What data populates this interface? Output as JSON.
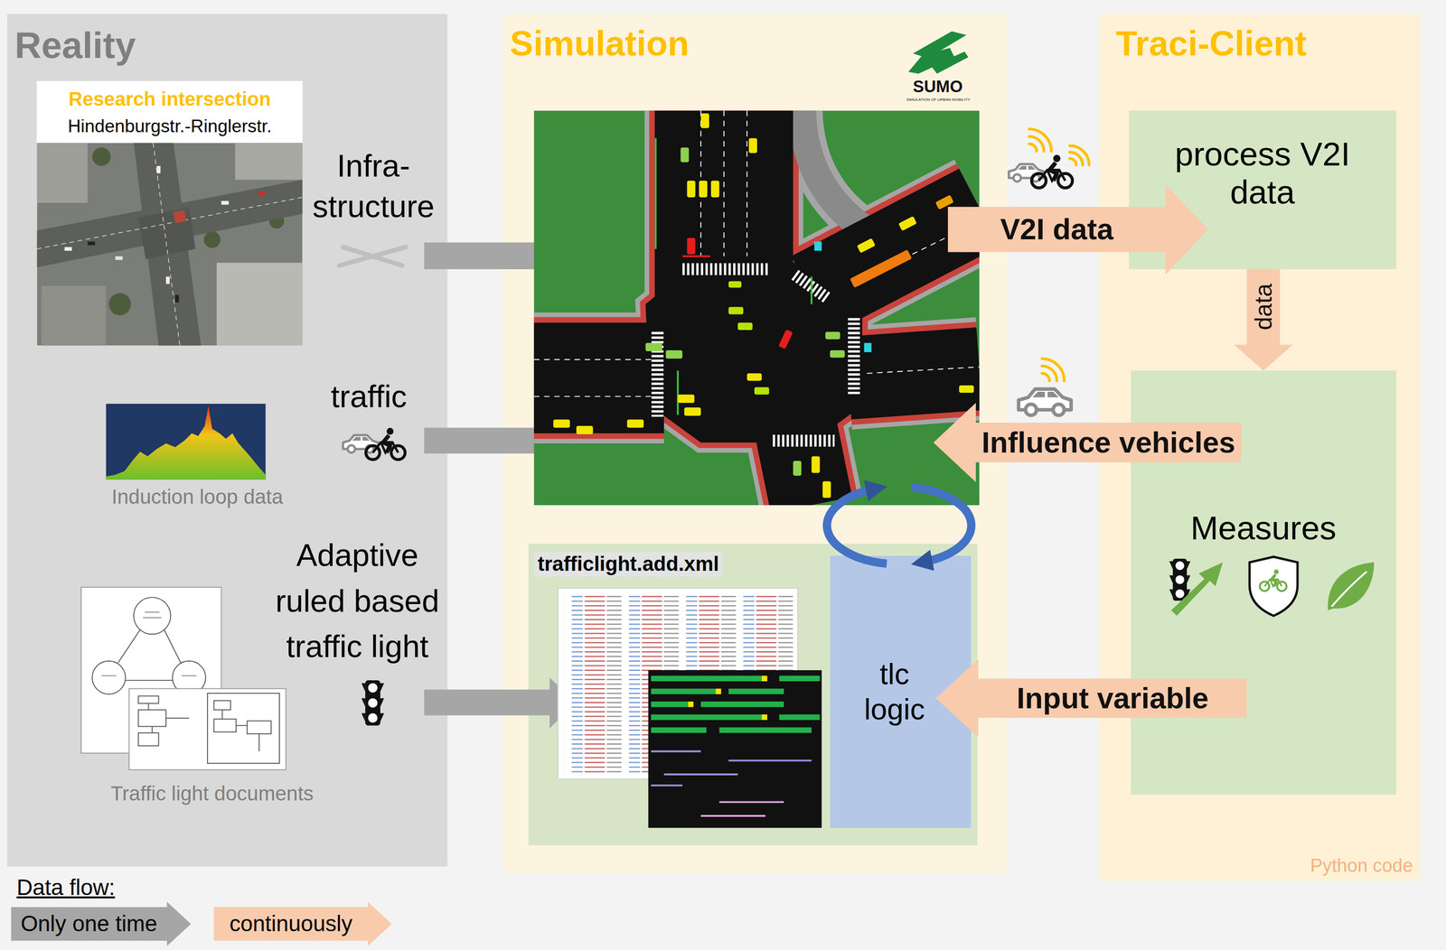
{
  "diagram": {
    "nodes": [
      {
        "text": [
          "Reality"
        ]
      },
      {
        "text": [
          "Research intersection",
          "Hindenburgstr.-Ringlerstr."
        ],
        "in": 0
      },
      {
        "text": [
          "Induction loop data"
        ],
        "in": 0
      },
      {
        "text": [
          "Traffic light documents"
        ],
        "in": 0
      },
      {
        "text": [
          "Simulation"
        ]
      },
      {
        "text": [
          "trafficlight.add.xml"
        ],
        "in": 4
      },
      {
        "text": [
          "tlc logic"
        ],
        "in": 5
      },
      {
        "text": [
          "Traci-Client",
          "Python code"
        ]
      },
      {
        "text": [
          "process V2I data"
        ],
        "in": 7
      },
      {
        "text": [
          "Measures"
        ],
        "in": 7
      },
      {
        "text": [
          "V2I data"
        ]
      },
      {
        "text": [
          "Influence vehicles"
        ]
      },
      {
        "text": [
          "Input variable"
        ]
      }
    ],
    "edges": [
      {
        "from": 8,
        "to": 9,
        "label": "data",
        "arrow": "to"
      }
    ],
    "labels": [
      "Infra- structure",
      "traffic",
      "Adaptive ruled based traffic light",
      "SUMO",
      "SIMULATION OF URBAN MOBILITY",
      "Data flow:"
    ],
    "legend": [
      {
        "text": "Only one time",
        "color": "#a6a6a6"
      },
      {
        "text": "continuously",
        "color": "#f8cbad"
      }
    ]
  }
}
